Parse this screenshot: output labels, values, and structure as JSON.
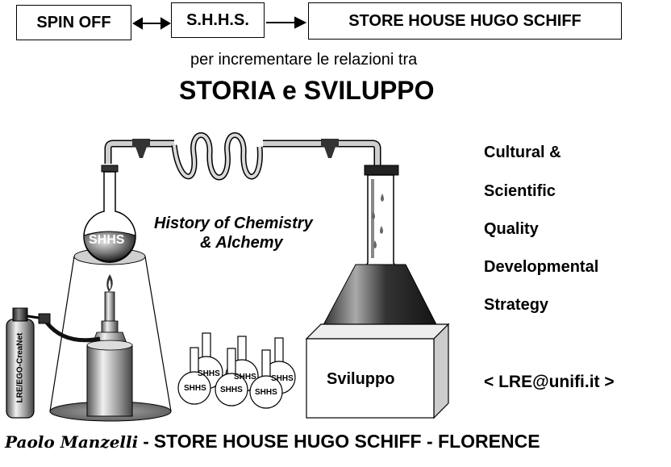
{
  "header": {
    "box_spin_off": "SPIN OFF",
    "box_shhs": "S.H.H.S.",
    "box_store_house": "STORE HOUSE HUGO SCHIFF"
  },
  "subtitle": "per incrementare le relazioni tra",
  "title": "STORIA e SVILUPPO",
  "center_label_1": "History of Chemistry",
  "center_label_2": "& Alchemy",
  "flask_label": "SHHS",
  "small_flask_label": "SHHS",
  "cylinder_label": "LRE/EGO-CreaNet",
  "box_label": "Sviluppo",
  "right_list": [
    "Cultural &",
    "Scientific",
    "Quality",
    "Developmental",
    "Strategy"
  ],
  "email": "< LRE@unifi.it >",
  "footer": {
    "author": "Paolo Manzelli",
    "separator": " - ",
    "org": "STORE HOUSE HUGO SCHIFF - FLORENCE"
  }
}
